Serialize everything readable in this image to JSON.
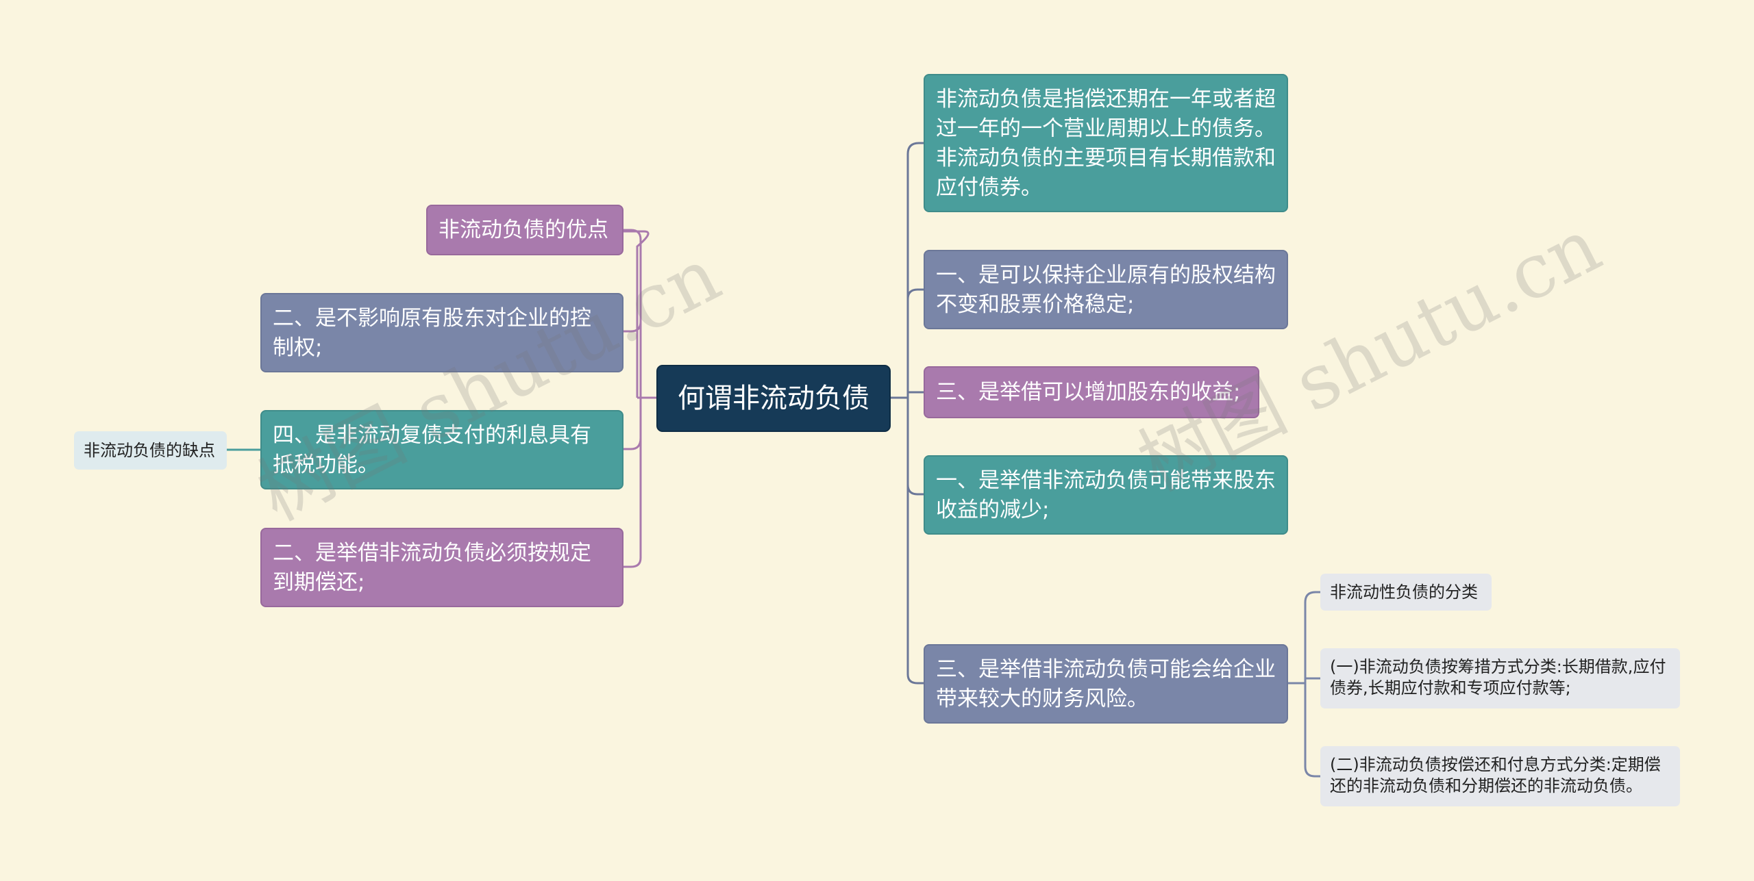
{
  "root": {
    "label": "何谓非流动负债"
  },
  "left": {
    "advantages": {
      "label": "非流动负债的优点"
    },
    "items": [
      {
        "label": "二、是不影响原有股东对企业的控制权;"
      },
      {
        "label": "四、是非流动复债支付的利息具有抵税功能。"
      },
      {
        "label": "二、是举借非流动负债必须按规定到期偿还;"
      }
    ],
    "disadvantages": {
      "label": "非流动负债的缺点"
    }
  },
  "right": {
    "items": [
      {
        "label": "非流动负债是指偿还期在一年或者超过一年的一个营业周期以上的债务。非流动负债的主要项目有长期借款和应付债券。"
      },
      {
        "label": "一、是可以保持企业原有的股权结构不变和股票价格稳定;"
      },
      {
        "label": "三、是举借可以增加股东的收益;"
      },
      {
        "label": "一、是举借非流动负债可能带来股东收益的减少;"
      },
      {
        "label": "三、是举借非流动负债可能会给企业带来较大的财务风险。"
      }
    ],
    "leaves": [
      {
        "label": "非流动性负债的分类"
      },
      {
        "label": "(一)非流动负债按筹措方式分类:长期借款,应付债券,长期应付款和专项应付款等;"
      },
      {
        "label": "(二)非流动负债按偿还和付息方式分类:定期偿还的非流动负债和分期偿还的非流动负债。"
      }
    ]
  },
  "watermarks": [
    "树图 shutu.cn",
    "树图 shutu.cn"
  ],
  "colors": {
    "background": "#faf5df",
    "root": "#163a57",
    "teal": "#4a9e9c",
    "slate": "#7a86a8",
    "purple": "#a97aad",
    "leaf": "#e6e8ec",
    "connector_left": "#a97aad",
    "connector_right": "#6b7798",
    "connector_leaf": "#7a86a8",
    "connector_small": "#4a9e9c"
  }
}
